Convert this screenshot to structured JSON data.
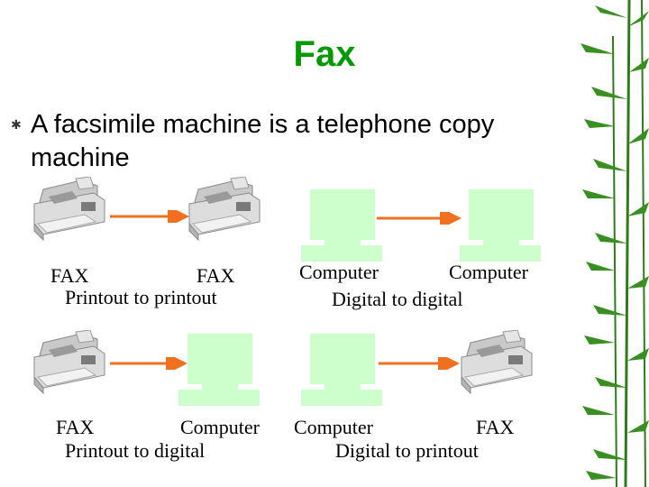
{
  "slide": {
    "title": "Fax",
    "bullet": "A facsimile machine is a telephone copy machine"
  },
  "rows": {
    "fax_to_fax": {
      "left": "FAX",
      "right": "FAX",
      "caption": "Printout to printout"
    },
    "comp_to_comp": {
      "left": "Computer",
      "right": "Computer",
      "caption": "Digital to digital"
    },
    "fax_to_comp": {
      "left": "FAX",
      "right": "Computer",
      "caption": "Printout to digital"
    },
    "comp_to_fax": {
      "left": "Computer",
      "right": "FAX",
      "caption": "Digital to printout"
    }
  },
  "colors": {
    "title": "#009900",
    "arrow": "#f07020",
    "computer": "#ccffcc",
    "bamboo": "#2f7a1a"
  },
  "icons": [
    "fax-machine-icon",
    "computer-icon",
    "bullet-icon",
    "bamboo-decoration"
  ]
}
